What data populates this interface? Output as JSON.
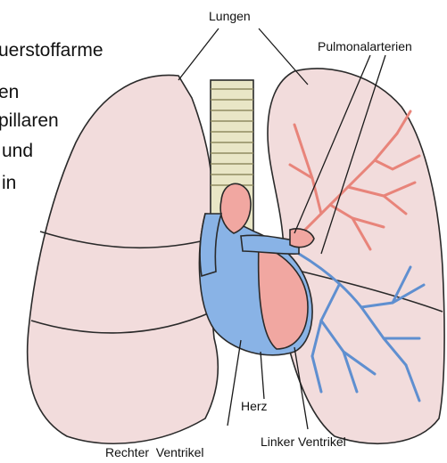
{
  "labels": {
    "lungs": "Lungen",
    "pulmonary_arteries": "Pulmonalarterien",
    "heart": "Herz",
    "left_ventricle": "Linker Ventrikel",
    "right_ventricle": "Rechter  Ventrikel"
  },
  "caption_fragments": [
    "uerstoffarme",
    "en",
    "pillaren",
    "und",
    "in"
  ],
  "colors": {
    "lung_fill": "#f2dcdc",
    "lung_fill_inner": "#e9cfcf",
    "artery": "#e8847a",
    "vein": "#5f8fd0",
    "heart_blue": "#89b3e6",
    "heart_pink": "#f1a7a1",
    "trachea": "#e9e6c6"
  }
}
